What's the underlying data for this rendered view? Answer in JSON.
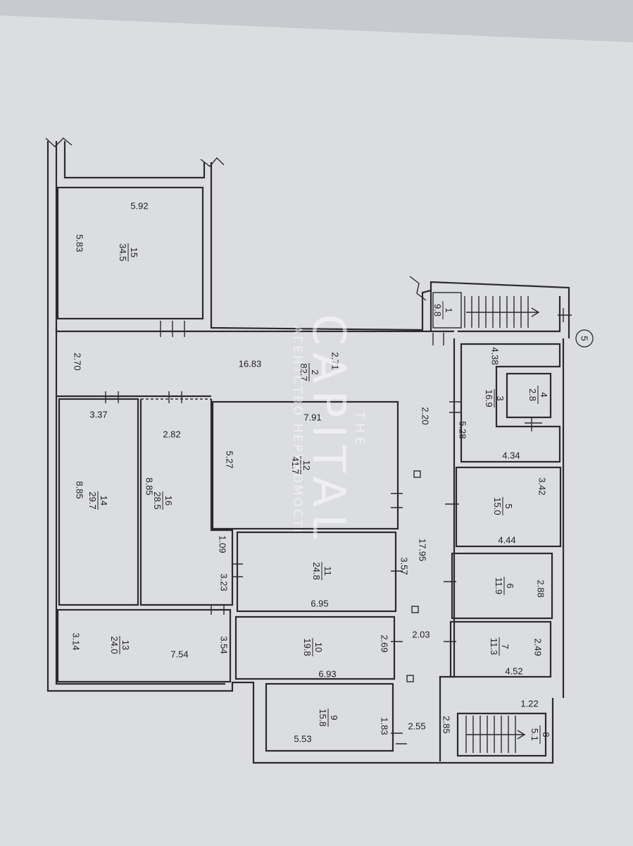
{
  "plan": {
    "paper_color": "#dcdde1",
    "line_color": "#2b2b2b",
    "stair_marker": "5",
    "rooms": [
      {
        "no": "15",
        "area": "34.5"
      },
      {
        "no": "1",
        "area": "9.8"
      },
      {
        "no": "2",
        "area": "82.7"
      },
      {
        "no": "3",
        "area": "16.9"
      },
      {
        "no": "4",
        "area": "2.8"
      },
      {
        "no": "12",
        "area": "41.7"
      },
      {
        "no": "5",
        "area": "15.0"
      },
      {
        "no": "14",
        "area": "29.7"
      },
      {
        "no": "16",
        "area": "28.5"
      },
      {
        "no": "11",
        "area": "24.8"
      },
      {
        "no": "6",
        "area": "11.9"
      },
      {
        "no": "7",
        "area": "11.3"
      },
      {
        "no": "13",
        "area": "24.0"
      },
      {
        "no": "10",
        "area": "19.8"
      },
      {
        "no": "9",
        "area": "15.8"
      },
      {
        "no": "8",
        "area": "5.1"
      }
    ],
    "dimensions": [
      "5.92",
      "5.83",
      "2.70",
      "16.83",
      "2.71",
      "4.38",
      "3.37",
      "2.82",
      "7.91",
      "2.20",
      "5.28",
      "4.34",
      "5.27",
      "8.85",
      "8.85",
      "3.42",
      "4.44",
      "1.09",
      "3.23",
      "3.57",
      "17.95",
      "2.88",
      "6.95",
      "3.54",
      "3.14",
      "7.54",
      "2.03",
      "2.69",
      "2.49",
      "6.93",
      "4.52",
      "1.22",
      "2.85",
      "1.83",
      "2.55",
      "5.53"
    ]
  },
  "watermark": {
    "top": "THE",
    "brand": "CAPITAL",
    "tagline": "АГЕНТСТВО НЕРУХОМОСТІ"
  }
}
